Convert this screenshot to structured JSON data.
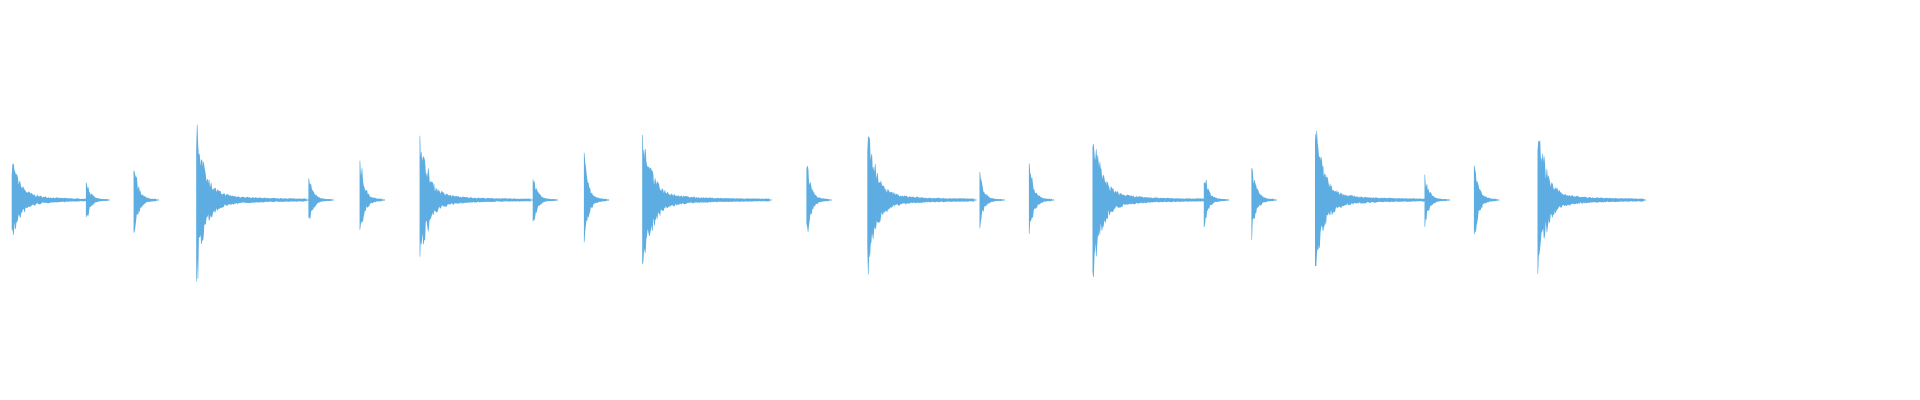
{
  "waveform": {
    "color": "#5dade2",
    "transients": [
      {
        "start": 0.0,
        "end": 0.043,
        "amp": 0.56,
        "shape": "thump"
      },
      {
        "start": 0.042,
        "end": 0.054,
        "amp": 0.32,
        "shape": "small"
      },
      {
        "start": 0.069,
        "end": 0.082,
        "amp": 0.54,
        "shape": "small"
      },
      {
        "start": 0.1045,
        "end": 0.167,
        "amp": 1.0,
        "shape": "big"
      },
      {
        "start": 0.168,
        "end": 0.181,
        "amp": 0.34,
        "shape": "small"
      },
      {
        "start": 0.197,
        "end": 0.21,
        "amp": 0.6,
        "shape": "small"
      },
      {
        "start": 0.231,
        "end": 0.294,
        "amp": 0.86,
        "shape": "big"
      },
      {
        "start": 0.295,
        "end": 0.308,
        "amp": 0.34,
        "shape": "small"
      },
      {
        "start": 0.324,
        "end": 0.337,
        "amp": 0.58,
        "shape": "small"
      },
      {
        "start": 0.357,
        "end": 0.429,
        "amp": 0.88,
        "shape": "big"
      },
      {
        "start": 0.45,
        "end": 0.463,
        "amp": 0.52,
        "shape": "small"
      },
      {
        "start": 0.4845,
        "end": 0.545,
        "amp": 1.0,
        "shape": "big"
      },
      {
        "start": 0.548,
        "end": 0.561,
        "amp": 0.35,
        "shape": "small"
      },
      {
        "start": 0.576,
        "end": 0.589,
        "amp": 0.54,
        "shape": "small"
      },
      {
        "start": 0.612,
        "end": 0.676,
        "amp": 1.0,
        "shape": "big"
      },
      {
        "start": 0.675,
        "end": 0.688,
        "amp": 0.37,
        "shape": "small"
      },
      {
        "start": 0.702,
        "end": 0.715,
        "amp": 0.52,
        "shape": "small"
      },
      {
        "start": 0.738,
        "end": 0.8,
        "amp": 1.0,
        "shape": "big"
      },
      {
        "start": 0.8,
        "end": 0.813,
        "amp": 0.35,
        "shape": "small"
      },
      {
        "start": 0.828,
        "end": 0.841,
        "amp": 0.56,
        "shape": "small"
      },
      {
        "start": 0.864,
        "end": 0.924,
        "amp": 1.0,
        "shape": "big"
      }
    ]
  }
}
